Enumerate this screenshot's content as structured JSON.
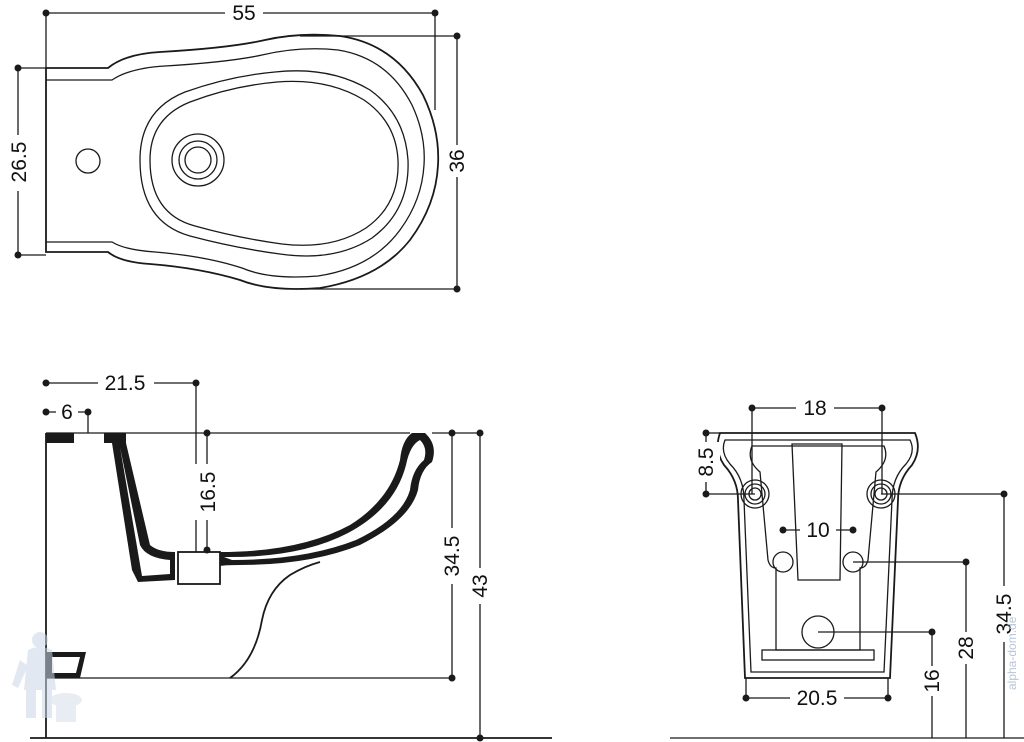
{
  "drawing": {
    "top_view": {
      "length": "55",
      "inner_height": "26.5",
      "total_width": "36"
    },
    "side_view": {
      "rim_offset": "21.5",
      "tap_offset": "6",
      "bowl_depth": "16.5",
      "bowl_height": "34.5",
      "total_height": "43"
    },
    "front_view": {
      "fixing_spacing": "18",
      "fixing_height_offset": "8.5",
      "inlet_spacing": "10",
      "base_width": "20.5",
      "outlet_height": "16",
      "inlet_height": "28",
      "fixing_height": "34.5"
    },
    "watermark": "alpha-dom.de",
    "colors": {
      "line": "#1a1a1a",
      "watermark": "#b9c6d6"
    }
  }
}
